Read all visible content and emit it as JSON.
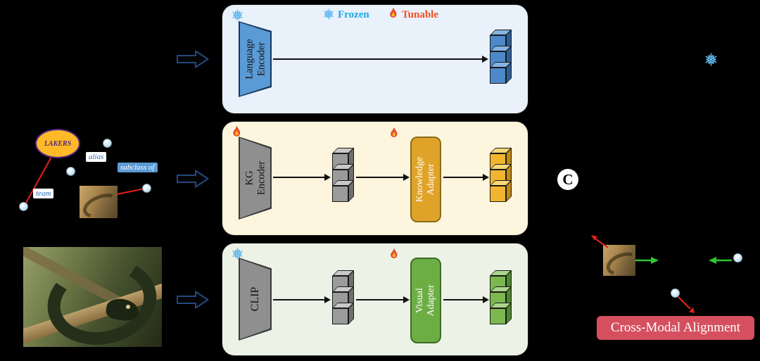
{
  "legend": {
    "frozen_label": "Frozen",
    "tunable_label": "Tunable"
  },
  "panels": {
    "language": {
      "encoder_label": "Language Encoder"
    },
    "kg": {
      "encoder_label": "KG Encoder",
      "adapter_label": "Knowledge Adapter"
    },
    "visual": {
      "encoder_label": "CLIP",
      "adapter_label": "Visual Adapter"
    }
  },
  "knowledge_graph": {
    "logo_text": "LAKERS",
    "edge_labels": {
      "alias": "alias",
      "subclass_of": "subclass of",
      "team": "team"
    }
  },
  "concat": {
    "symbol": "C"
  },
  "alignment": {
    "box_label": "Cross-Modal Alignment"
  },
  "colors": {
    "language_panel_bg": "#e9f1fb",
    "kg_panel_bg": "#fdf5dd",
    "visual_panel_bg": "#ecf3e6",
    "language_encoder": "#5b9bd5",
    "gray_encoder": "#8f8f8f",
    "knowledge_adapter": "#dfa32a",
    "visual_adapter": "#6cae44",
    "blue_cube": "#4b89c9",
    "gray_cube": "#9b9b9b",
    "yellow_cube": "#f2b52f",
    "green_cube": "#7cb84f",
    "frozen_text": "#1ba7e8",
    "tunable_text": "#f1501f",
    "alignment_box": "#d54f5f",
    "positive_arrow": "#2ec52e",
    "negative_arrow": "#e3201b",
    "block_arrow_outline": "#24477e"
  }
}
